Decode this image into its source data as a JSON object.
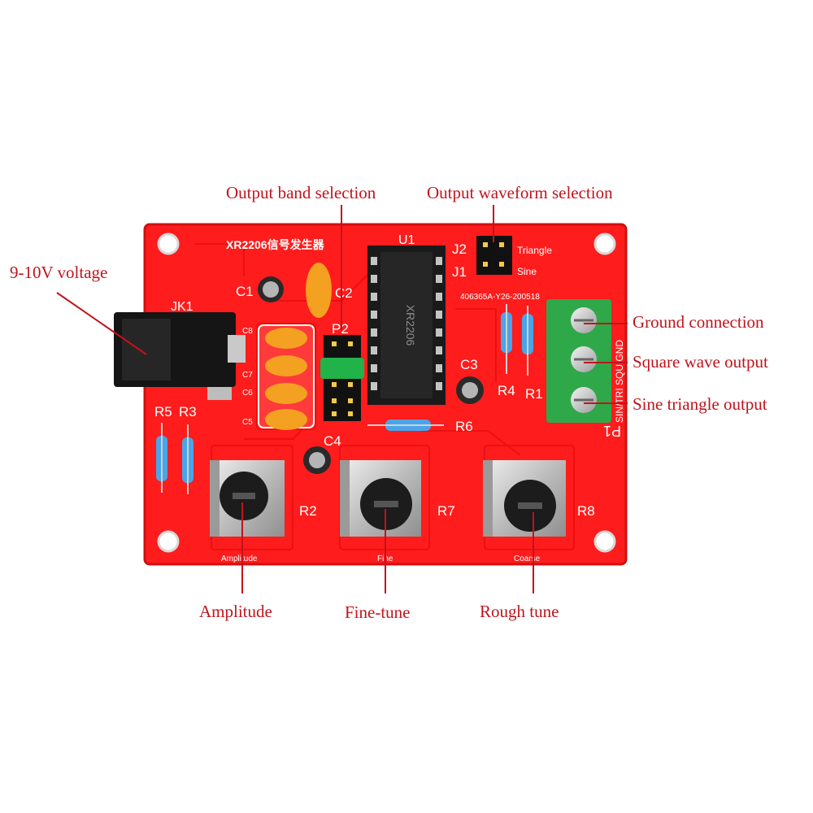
{
  "board": {
    "title": "XR2206信号发生器",
    "serial": "406365A-Y26-200518",
    "silk": {
      "jk1": "JK1",
      "c1": "C1",
      "c2": "C2",
      "c3": "C3",
      "c4": "C4",
      "c5": "C5",
      "c6": "C6",
      "c7": "C7",
      "c8": "C8",
      "u1": "U1",
      "p1": "P1",
      "p2": "P2",
      "j1": "J1",
      "j2": "J2",
      "r1": "R1",
      "r2": "R2",
      "r3": "R3",
      "r4": "R4",
      "r5": "R5",
      "r6": "R6",
      "r7": "R7",
      "r8": "R8",
      "triangle": "Triangle",
      "sine": "Sine",
      "amplitude": "Amplitude",
      "fine": "Fine",
      "coarse": "Coarse",
      "terminal_labels": "SIN/TRI  SQU  GND"
    },
    "colors": {
      "pcb": "#ff1c1c",
      "callout_text": "#c0141c",
      "jumper_cap": "#22b24a",
      "terminal_block": "#2fa84a",
      "capacitor": "#f4a020",
      "electrolytic": "#2a2a2a",
      "resistor_body": "#4aa4e8"
    }
  },
  "callouts": {
    "voltage": "9-10V voltage",
    "band": "Output band selection",
    "waveform": "Output waveform selection",
    "ground": "Ground connection",
    "square": "Square wave output",
    "sine_tri": "Sine triangle output",
    "amplitude": "Amplitude",
    "fine": "Fine-tune",
    "rough": "Rough tune"
  }
}
